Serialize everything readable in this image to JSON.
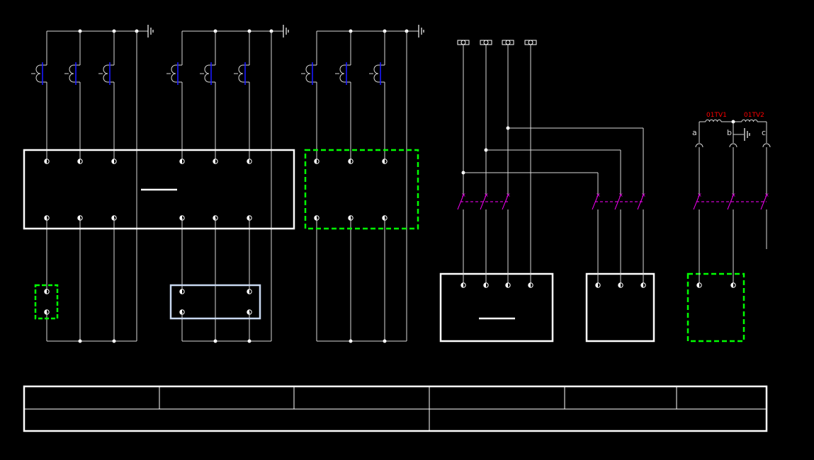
{
  "diagram": {
    "colors": {
      "background": "#000000",
      "wire": "#d9d9d9",
      "box": "#ffffff",
      "coil_core": "#1a1aff",
      "highlight_dashed": "#00ff00",
      "light_box": "#c8d8f0",
      "switch": "#ff00ff",
      "label_red": "#ff0000"
    },
    "labels": {
      "tv1": "01TV1",
      "tv2": "01TV2",
      "phase_a": "a",
      "phase_b": "b",
      "phase_c": "c"
    },
    "icons": [
      "ground-symbol",
      "inductor-coil",
      "terminal-lug",
      "switch-contact"
    ]
  }
}
